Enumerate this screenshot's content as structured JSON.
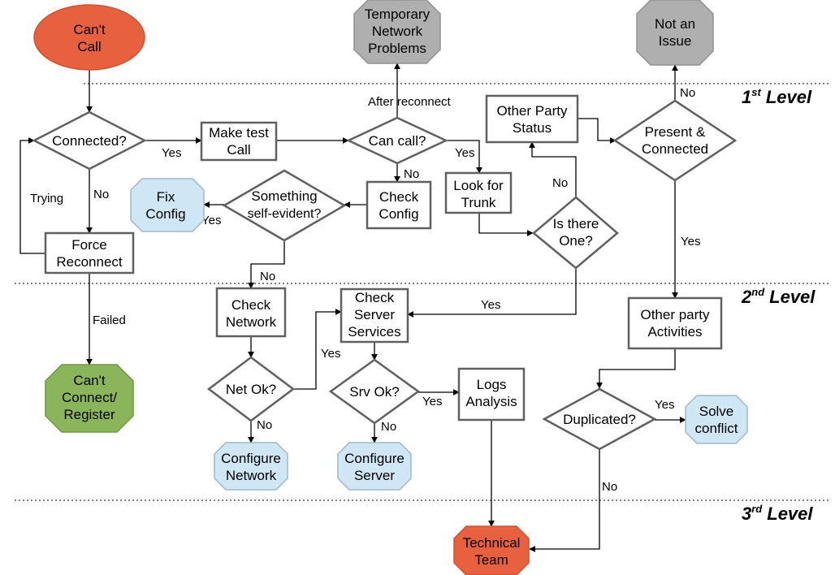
{
  "colors": {
    "start_red": "#E8613E",
    "terminal_gray": "#AFAFAF",
    "fix_blue": "#CFE6F4",
    "connect_green": "#8BB55A",
    "tech_red": "#E8613E",
    "border": "#606060"
  },
  "levels": [
    {
      "num": "1",
      "sup": "st",
      "word": "Level"
    },
    {
      "num": "2",
      "sup": "nd",
      "word": "Level"
    },
    {
      "num": "3",
      "sup": "rd",
      "word": "Level"
    }
  ],
  "nodes": {
    "cant_call": [
      "Can't",
      "Call"
    ],
    "temp_network": [
      "Temporary",
      "Network",
      "Problems"
    ],
    "not_an_issue": [
      "Not an",
      "Issue"
    ],
    "connected": [
      "Connected?"
    ],
    "make_test_call": [
      "Make test",
      "Call"
    ],
    "can_call": [
      "Can call?"
    ],
    "other_party_status": [
      "Other Party",
      "Status"
    ],
    "present_connected": [
      "Present &",
      "Connected"
    ],
    "fix_config": [
      "Fix",
      "Config"
    ],
    "something_self_evident": [
      "Something",
      "self-evident?"
    ],
    "check_config": [
      "Check",
      "Config"
    ],
    "look_for_trunk": [
      "Look for",
      "Trunk"
    ],
    "is_there_one": [
      "Is there",
      "One?"
    ],
    "force_reconnect": [
      "Force",
      "Reconnect"
    ],
    "check_network": [
      "Check",
      "Network"
    ],
    "check_server_services": [
      "Check",
      "Server",
      "Services"
    ],
    "other_party_activities": [
      "Other party",
      "Activities"
    ],
    "cant_connect_register": [
      "Can't",
      "Connect/",
      "Register"
    ],
    "net_ok": [
      "Net Ok?"
    ],
    "srv_ok": [
      "Srv Ok?"
    ],
    "logs_analysis": [
      "Logs",
      "Analysis"
    ],
    "duplicated": [
      "Duplicated?"
    ],
    "solve_conflict": [
      "Solve",
      "conflict"
    ],
    "configure_network": [
      "Configure",
      "Network"
    ],
    "configure_server": [
      "Configure",
      "Server"
    ],
    "technical_team": [
      "Technical",
      "Team"
    ]
  },
  "edge_labels": {
    "after_reconnect": "After reconnect",
    "connected_yes": "Yes",
    "connected_no": "No",
    "trying": "Trying",
    "can_call_yes": "Yes",
    "can_call_no": "No",
    "is_there_one_no": "No",
    "present_no": "No",
    "present_yes": "Yes",
    "self_evident_yes": "Yes",
    "self_evident_no": "No",
    "failed": "Failed",
    "is_there_one_yes": "Yes",
    "net_ok_yes": "Yes",
    "net_ok_no": "No",
    "srv_ok_yes": "Yes",
    "srv_ok_no": "No",
    "duplicated_yes": "Yes",
    "duplicated_no": "No"
  }
}
